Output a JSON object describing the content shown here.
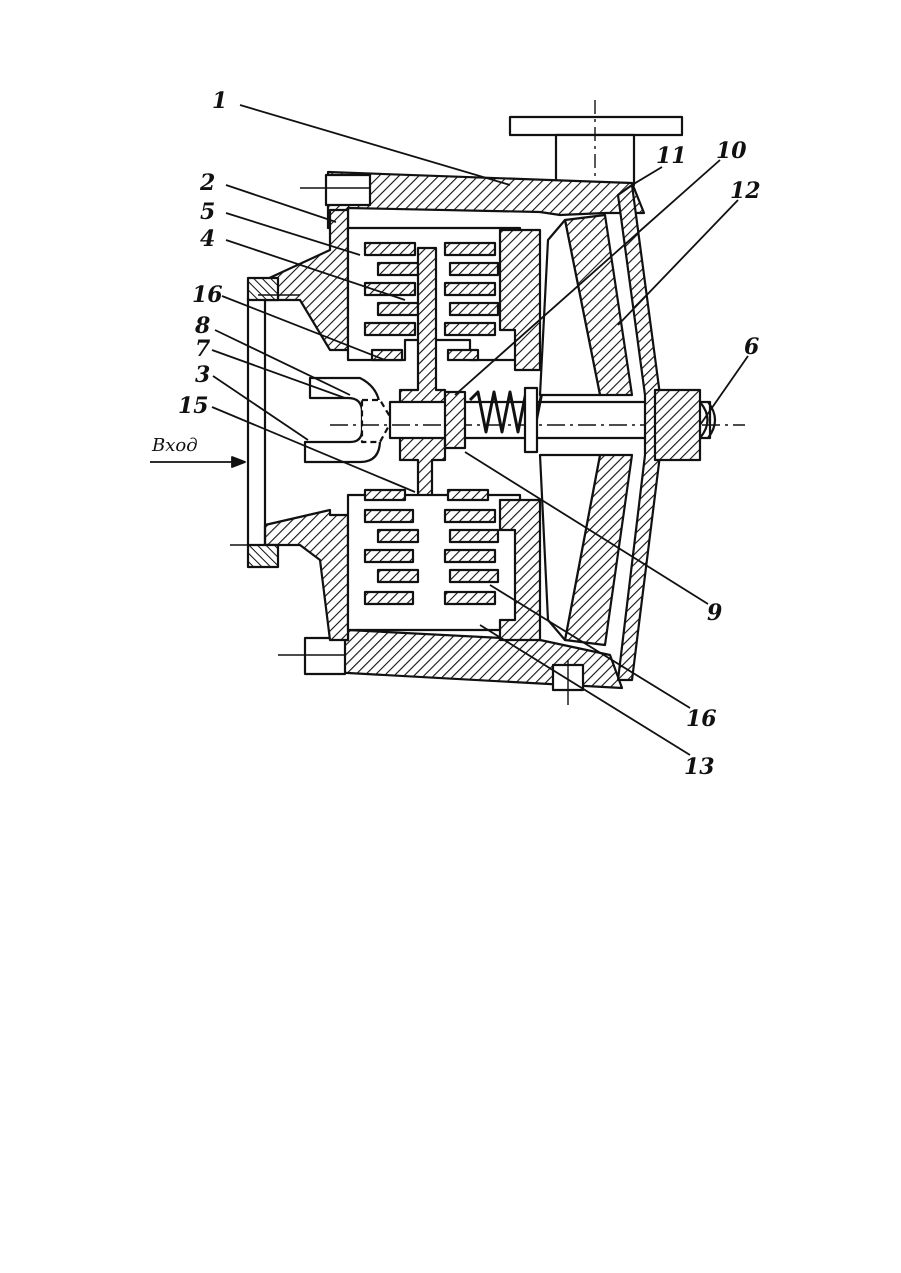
{
  "diagram": {
    "inlet_label": "Вход",
    "callouts": [
      {
        "id": "c1",
        "text": "1"
      },
      {
        "id": "c2",
        "text": "2"
      },
      {
        "id": "c5",
        "text": "5"
      },
      {
        "id": "c4",
        "text": "4"
      },
      {
        "id": "c16a",
        "text": "16"
      },
      {
        "id": "c8",
        "text": "8"
      },
      {
        "id": "c7",
        "text": "7"
      },
      {
        "id": "c3",
        "text": "3"
      },
      {
        "id": "c15",
        "text": "15"
      },
      {
        "id": "c11",
        "text": "11"
      },
      {
        "id": "c10",
        "text": "10"
      },
      {
        "id": "c12",
        "text": "12"
      },
      {
        "id": "c6",
        "text": "6"
      },
      {
        "id": "c9",
        "text": "9"
      },
      {
        "id": "c16b",
        "text": "16"
      },
      {
        "id": "c13",
        "text": "13"
      }
    ]
  },
  "colors": {
    "ink": "#111111",
    "paper": "#ffffff"
  }
}
